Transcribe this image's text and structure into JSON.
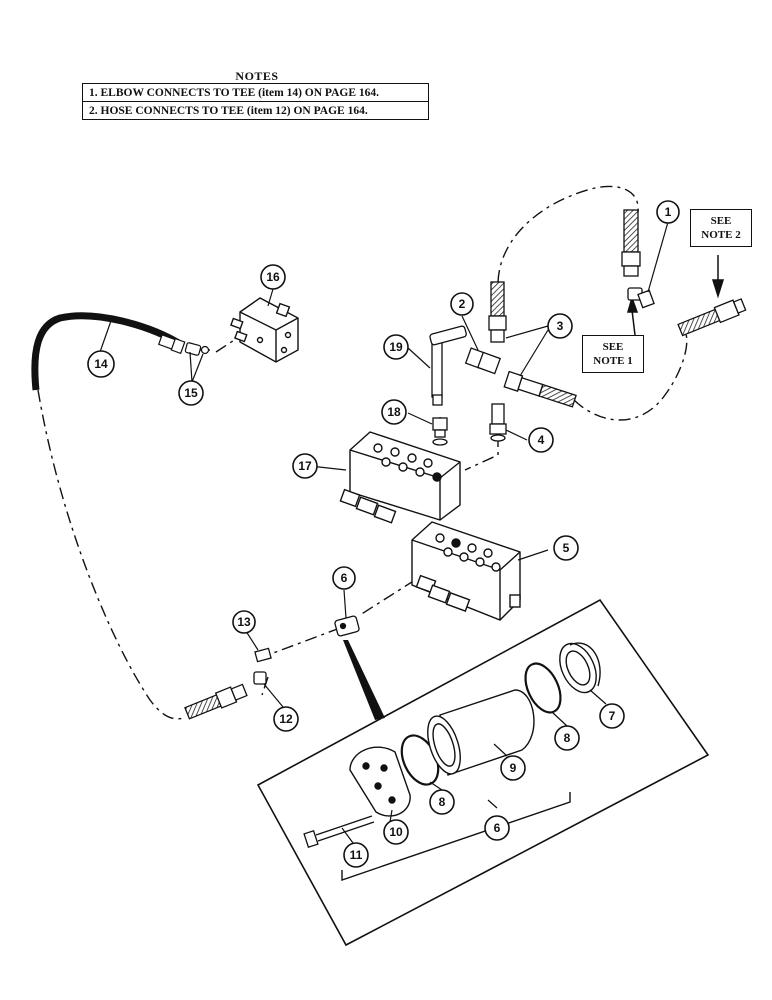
{
  "notes": {
    "title": "NOTES",
    "items": [
      "1. ELBOW CONNECTS TO TEE (item 14) ON PAGE 164.",
      "2. HOSE CONNECTS TO TEE (item 12) ON PAGE 164."
    ]
  },
  "callouts": {
    "note1": {
      "line1": "SEE",
      "line2": "NOTE 1"
    },
    "note2": {
      "line1": "SEE",
      "line2": "NOTE 2"
    }
  },
  "labels": {
    "l1": "1",
    "l2": "2",
    "l3": "3",
    "l4": "4",
    "l5": "5",
    "l6a": "6",
    "l6b": "6",
    "l7": "7",
    "l8a": "8",
    "l8b": "8",
    "l9": "9",
    "l10": "10",
    "l11": "11",
    "l12": "12",
    "l13": "13",
    "l14": "14",
    "l15": "15",
    "l16": "16",
    "l17": "17",
    "l18": "18",
    "l19": "19"
  }
}
